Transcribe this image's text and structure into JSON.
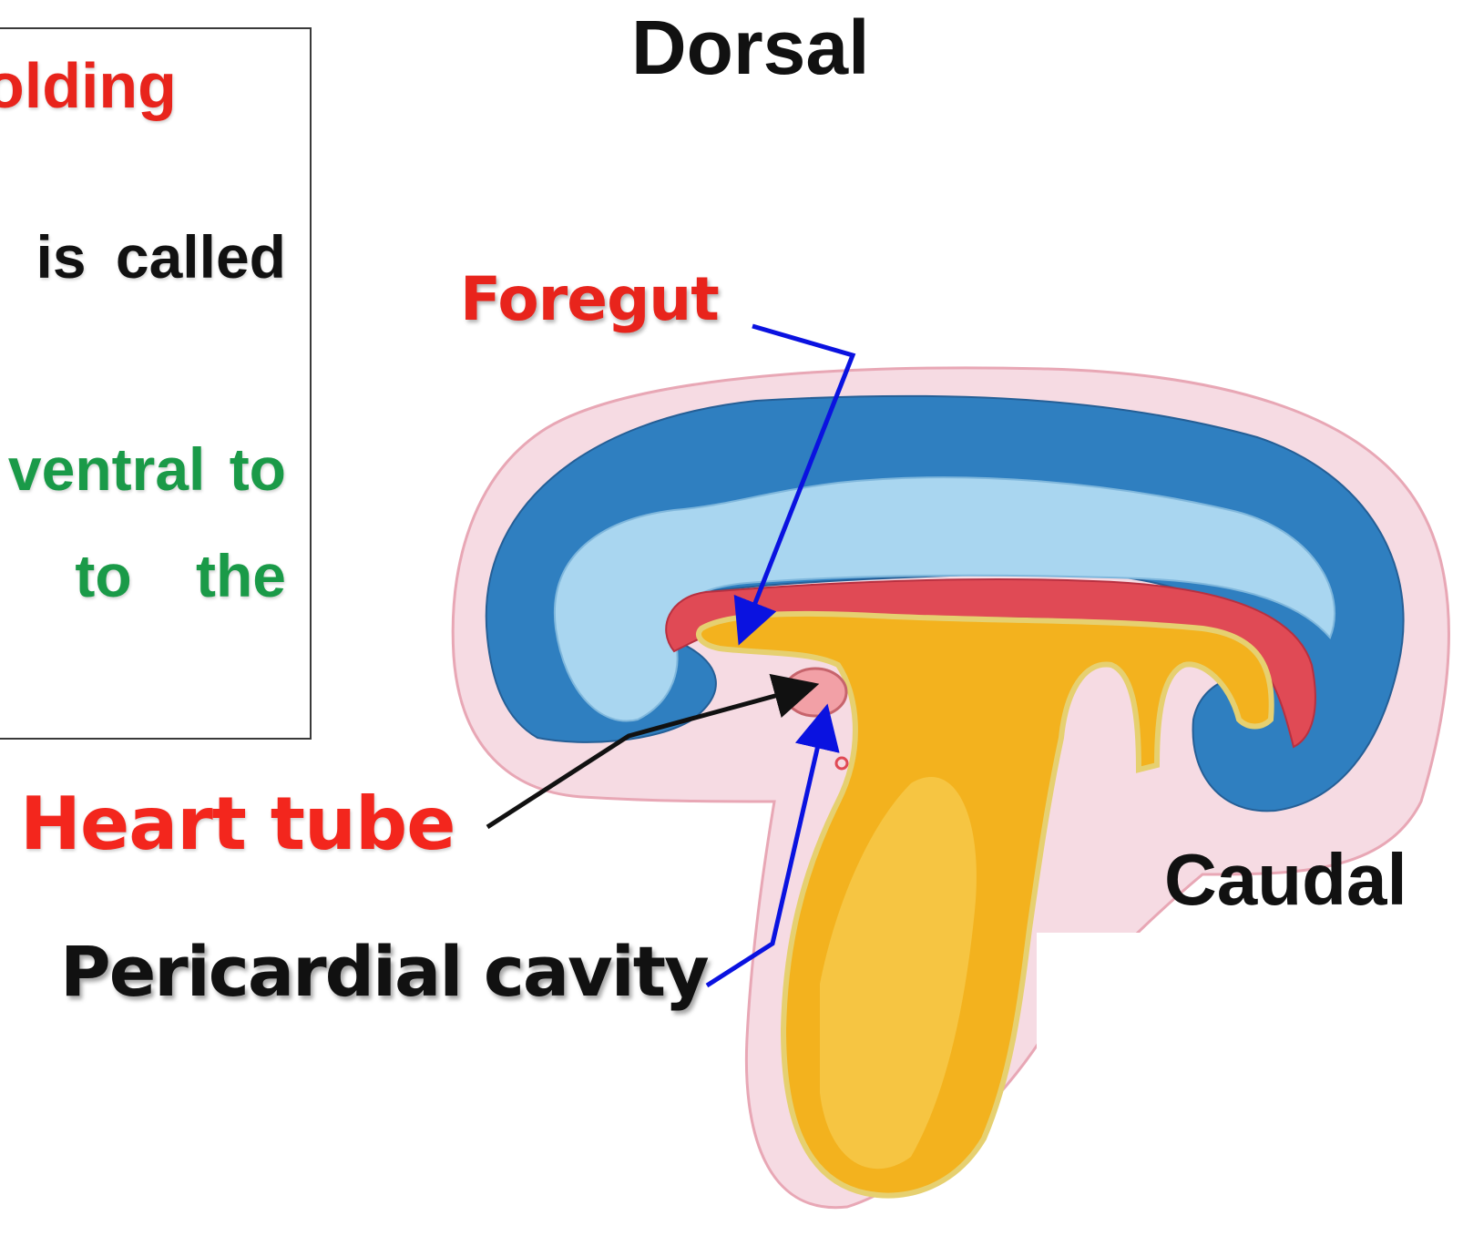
{
  "text_box": {
    "title": "olding",
    "line1": "is called",
    "line2": "ventral to",
    "line3": "to the"
  },
  "labels": {
    "dorsal": "Dorsal",
    "foregut": "Foregut",
    "heart_tube": "Heart tube",
    "pericardial_cavity": "Pericardial cavity",
    "caudal": "Caudal"
  },
  "colors": {
    "red_text": "#e8241c",
    "green_text": "#1a9a48",
    "arrow_blue": "#0a12e0",
    "arrow_black": "#111111",
    "ectoderm_blue": "#2f7fc0",
    "amnion_light_blue": "#a9d6f0",
    "mesoderm_red": "#e04a55",
    "yolk_sac_yellow": "#f3b21e",
    "outer_pink": "#f6dbe3"
  }
}
